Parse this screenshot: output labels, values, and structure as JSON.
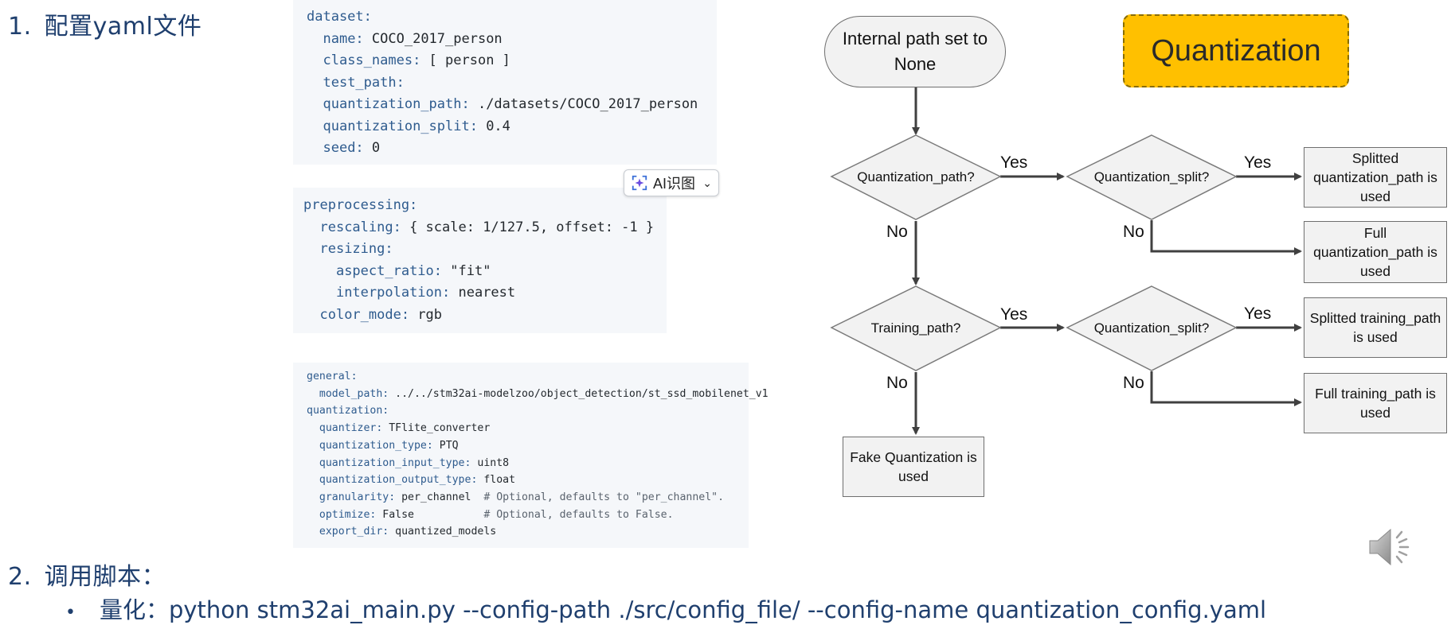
{
  "heading1": {
    "num": "1.",
    "text": "配置yaml文件"
  },
  "heading2": {
    "num": "2.",
    "text": "调用脚本："
  },
  "bullet": {
    "mark": "•",
    "text": "量化：python stm32ai_main.py --config-path ./src/config_file/ --config-name quantization_config.yaml"
  },
  "ai_button": {
    "label": "AI识图",
    "icon": "sparkle-icon",
    "chevron": "chevron-down-icon"
  },
  "dataset_block": [
    {
      "indent": "",
      "key": "dataset:",
      "value": ""
    },
    {
      "indent": "  ",
      "key": "name:",
      "value": " COCO_2017_person"
    },
    {
      "indent": "  ",
      "key": "class_names:",
      "value": " [ person ]"
    },
    {
      "indent": "  ",
      "key": "test_path:",
      "value": ""
    },
    {
      "indent": "  ",
      "key": "quantization_path:",
      "value": " ./datasets/COCO_2017_person"
    },
    {
      "indent": "  ",
      "key": "quantization_split:",
      "value": " 0.4"
    },
    {
      "indent": "  ",
      "key": "seed:",
      "value": " 0"
    }
  ],
  "preprocessing_block": [
    {
      "indent": "",
      "key": "preprocessing:",
      "value": ""
    },
    {
      "indent": "  ",
      "key": "rescaling:",
      "value": " { scale: 1/127.5, offset: -1 }"
    },
    {
      "indent": "  ",
      "key": "resizing:",
      "value": ""
    },
    {
      "indent": "    ",
      "key": "aspect_ratio:",
      "value": " \"fit\""
    },
    {
      "indent": "    ",
      "key": "interpolation:",
      "value": " nearest"
    },
    {
      "indent": "  ",
      "key": "color_mode:",
      "value": " rgb"
    }
  ],
  "general_block": [
    {
      "indent": "",
      "key": "general:",
      "value": "",
      "comment": ""
    },
    {
      "indent": "  ",
      "key": "model_path:",
      "value": " ../../stm32ai-modelzoo/object_detection/st_ssd_mobilenet_v1",
      "comment": ""
    },
    {
      "indent": "",
      "key": "quantization:",
      "value": "",
      "comment": ""
    },
    {
      "indent": "  ",
      "key": "quantizer:",
      "value": " TFlite_converter",
      "comment": ""
    },
    {
      "indent": "  ",
      "key": "quantization_type:",
      "value": " PTQ",
      "comment": ""
    },
    {
      "indent": "  ",
      "key": "quantization_input_type:",
      "value": " uint8",
      "comment": ""
    },
    {
      "indent": "  ",
      "key": "quantization_output_type:",
      "value": " float",
      "comment": ""
    },
    {
      "indent": "  ",
      "key": "granularity:",
      "value": " per_channel  ",
      "comment": "# Optional, defaults to \"per_channel\"."
    },
    {
      "indent": "  ",
      "key": "optimize:",
      "value": " False           ",
      "comment": "# Optional, defaults to False."
    },
    {
      "indent": "  ",
      "key": "export_dir:",
      "value": " quantized_models",
      "comment": ""
    }
  ],
  "flowchart": {
    "start": "Internal path set to None",
    "title": "Quantization",
    "diamond_qpath": "Quantization_path?",
    "diamond_qsplit_1": "Quantization_split?",
    "diamond_tpath": "Training_path?",
    "diamond_qsplit_2": "Quantization_split?",
    "out_split_qpath": "Splitted quantization_path is used",
    "out_full_qpath": "Full quantization_path is used",
    "out_split_tpath": "Splitted training_path is used",
    "out_full_tpath": "Full training_path is used",
    "out_fake": "Fake Quantization is used",
    "yes": "Yes",
    "no": "No"
  },
  "speaker": {
    "icon": "speaker-icon"
  }
}
